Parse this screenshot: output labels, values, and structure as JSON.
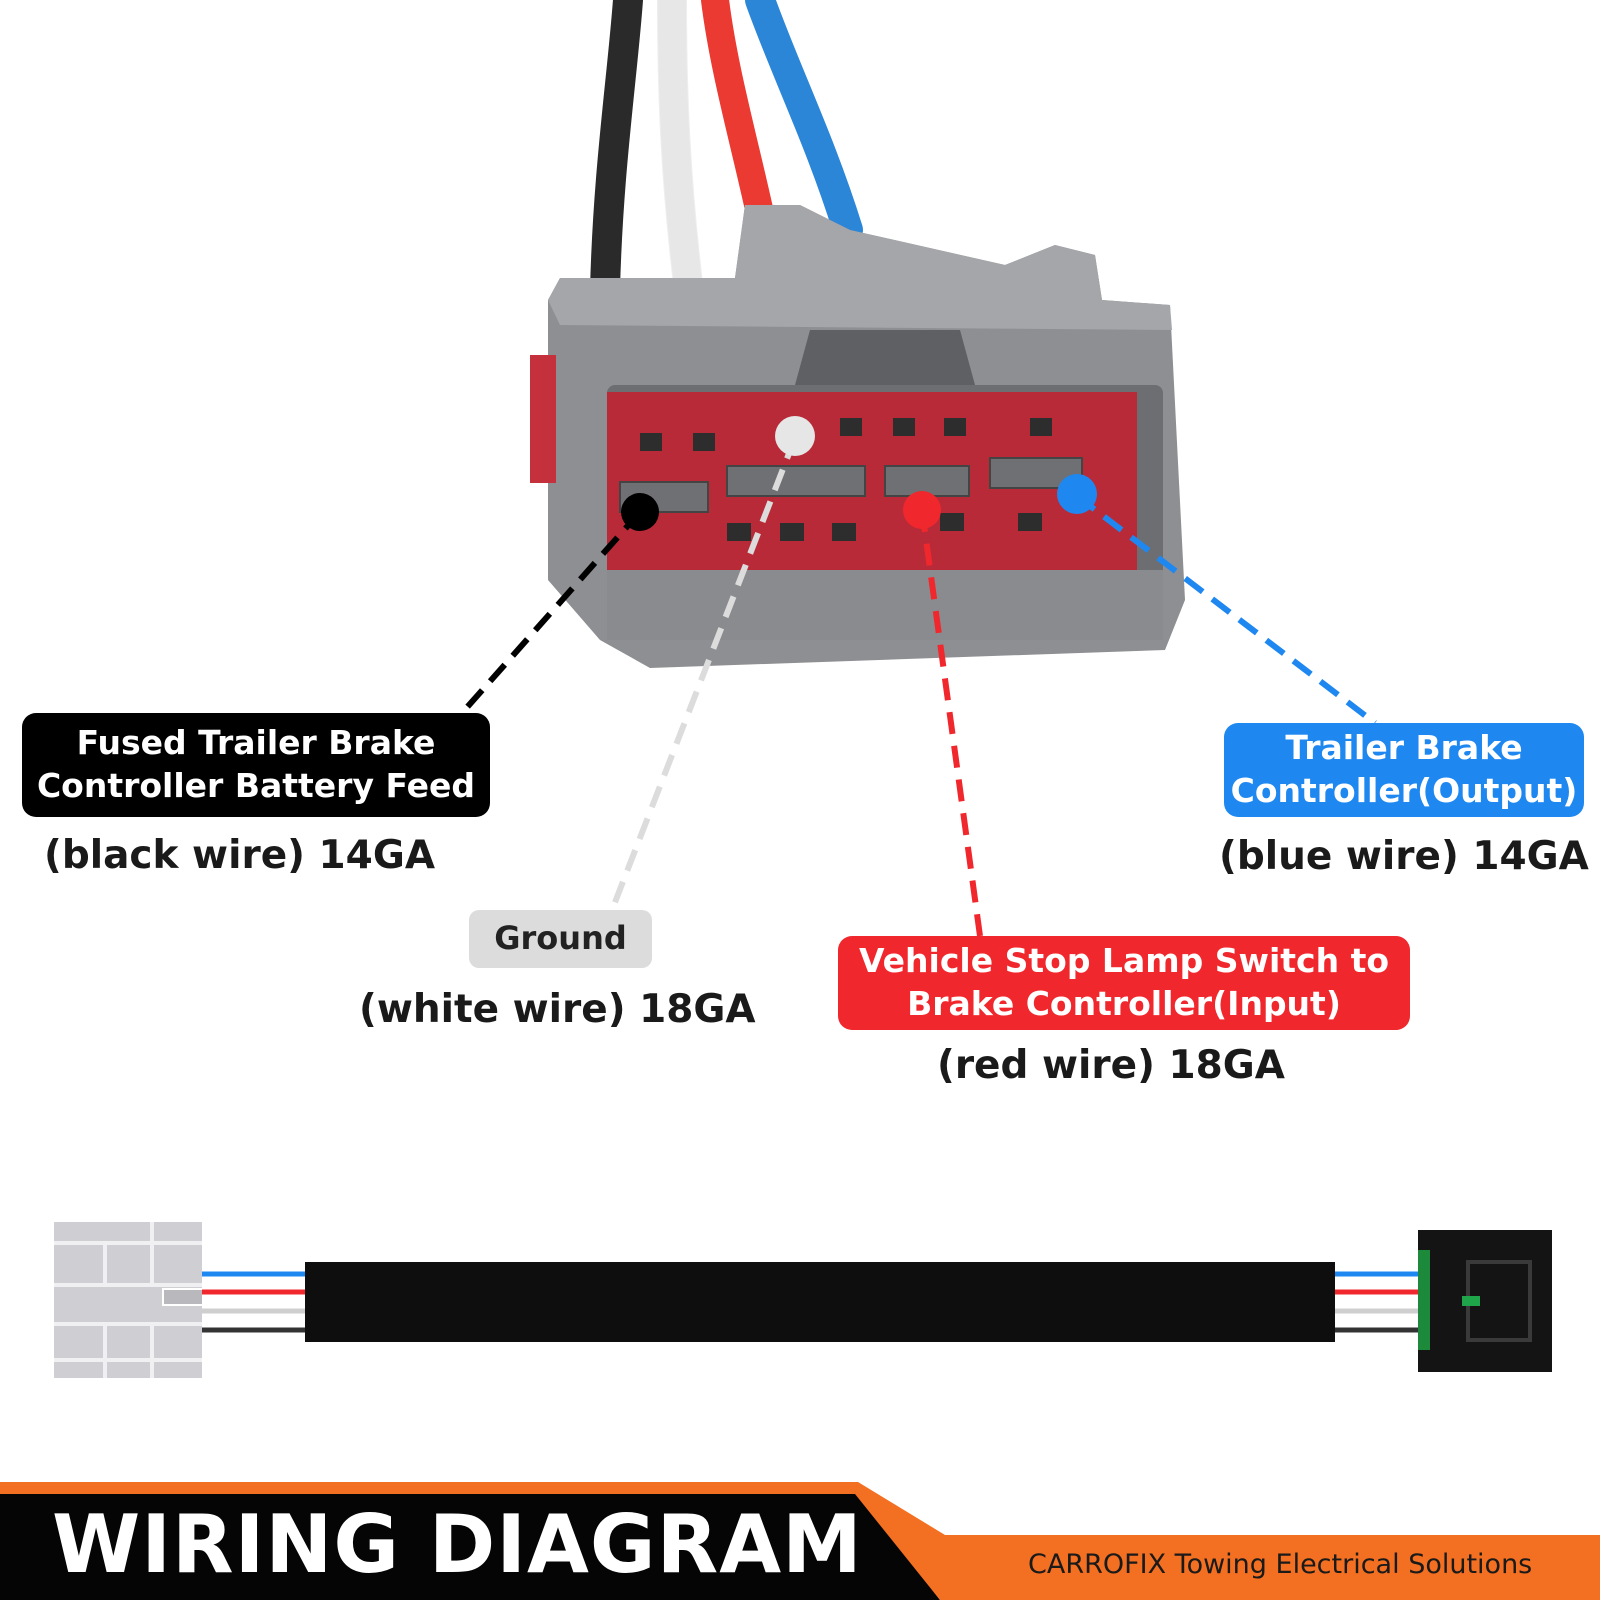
{
  "labels": {
    "black": {
      "name": "Fused Trailer Brake",
      "name2": "Controller Battery Feed",
      "spec": "(black wire) 14GA"
    },
    "white": {
      "name": "Ground",
      "spec": "(white wire) 18GA"
    },
    "red": {
      "name": "Vehicle Stop Lamp Switch to",
      "name2": "Brake Controller(Input)",
      "spec": "(red wire) 18GA"
    },
    "blue": {
      "name": "Trailer Brake",
      "name2": "Controller(Output)",
      "spec": "(blue wire) 14GA"
    }
  },
  "banner": {
    "title": "WIRING DIAGRAM",
    "subtitle": "CARROFIX Towing Electrical Solutions"
  },
  "colors": {
    "black": "#000000",
    "white": "#dcdcdc",
    "red": "#f0282d",
    "blue": "#1f88f0",
    "connector_gray": "#8e8f92",
    "connector_red": "#b82a37",
    "banner_orange": "#f36f21"
  }
}
